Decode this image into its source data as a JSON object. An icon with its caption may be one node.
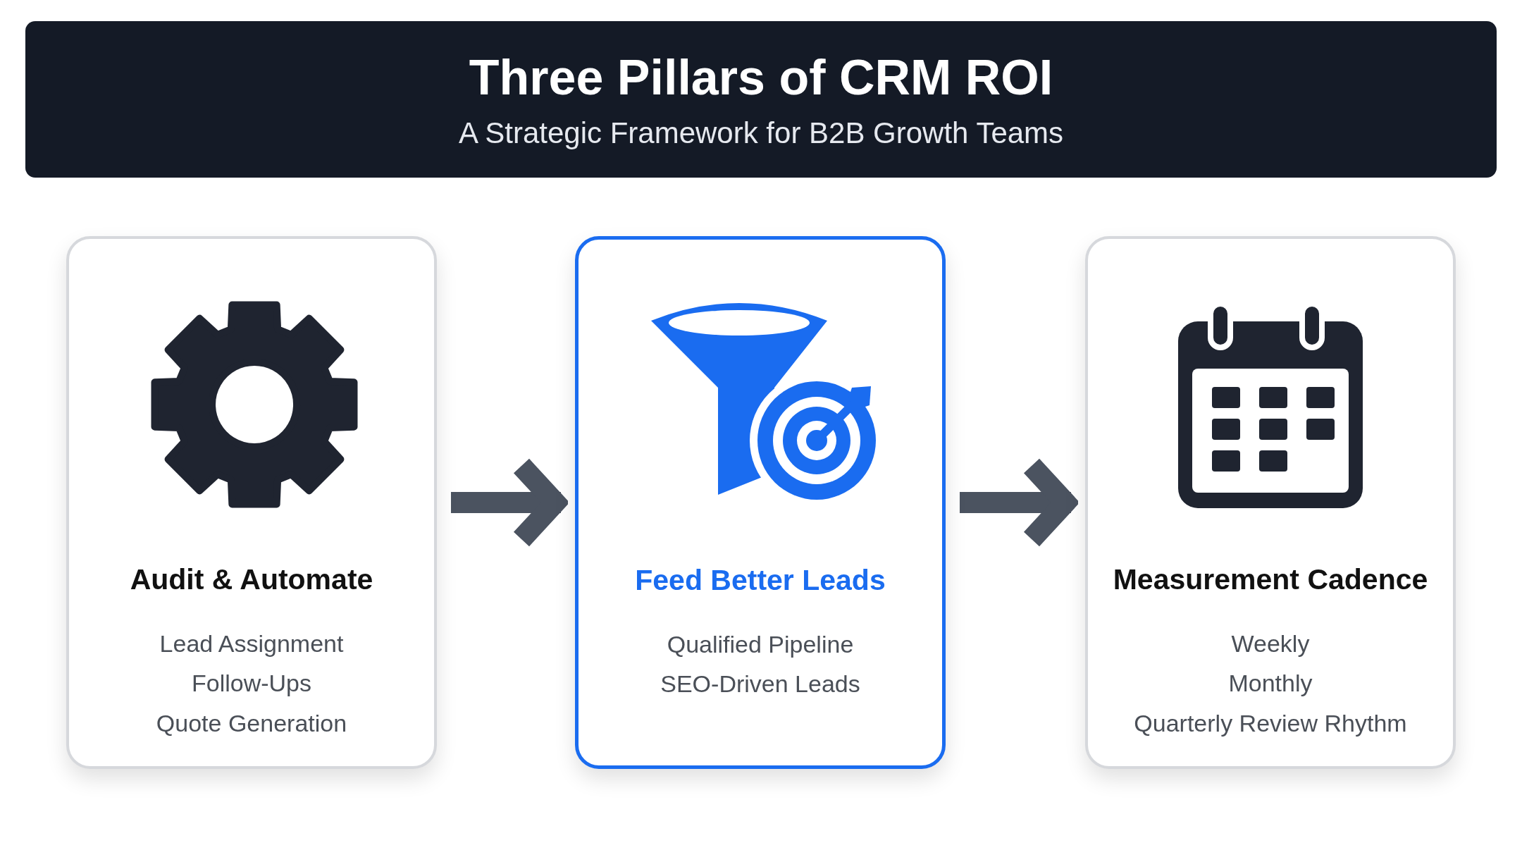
{
  "diagram": {
    "title": "Three Pillars of CRM ROI",
    "nodes": [
      {
        "text": [
          "Audit & Automate",
          "Lead Assignment",
          "Follow-Ups",
          "Quote Generation"
        ]
      },
      {
        "text": [
          "Feed Better Leads",
          "Qualified Pipeline",
          "SEO-Driven Leads"
        ]
      },
      {
        "text": [
          "Measurement Cadence",
          "Weekly",
          "Monthly",
          "Quarterly Review Rhythm"
        ]
      }
    ],
    "edges": [
      {
        "from": 0,
        "to": 1,
        "arrow": "to"
      },
      {
        "from": 1,
        "to": 2,
        "arrow": "to"
      }
    ],
    "labels": [
      "A Strategic Framework for B2B Growth Teams"
    ]
  }
}
